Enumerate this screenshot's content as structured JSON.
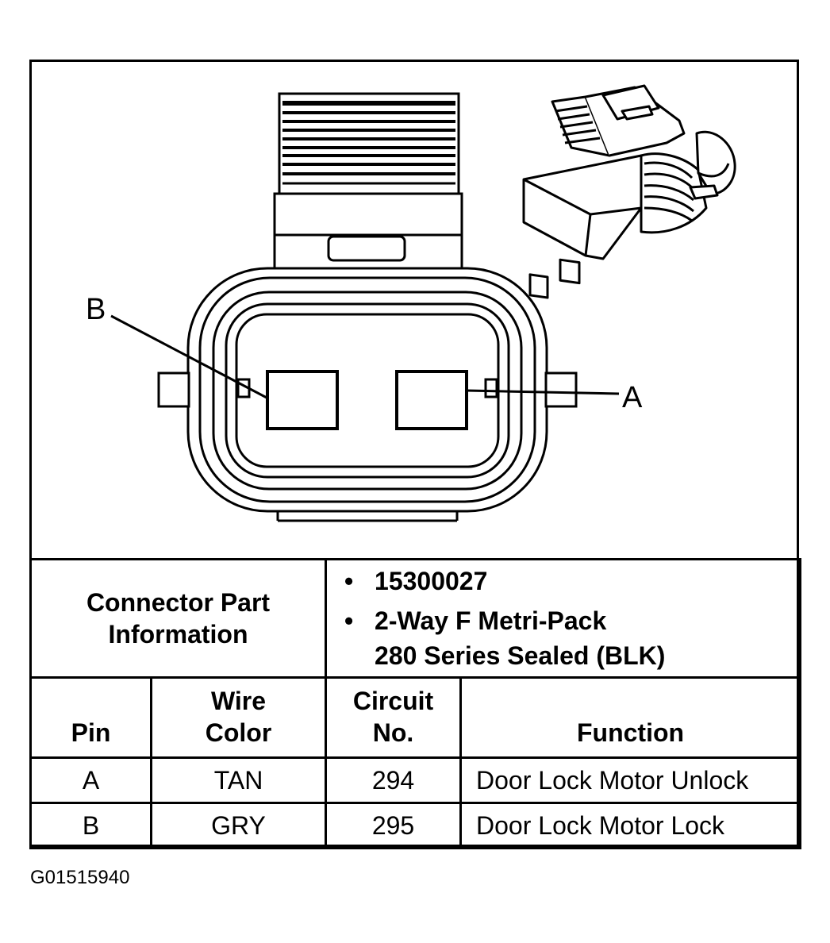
{
  "figure_id": "G01515940",
  "diagram": {
    "pin_labels": {
      "a": "A",
      "b": "B"
    }
  },
  "connector_info": {
    "label_line1": "Connector Part",
    "label_line2": "Information",
    "bullet": "•",
    "part_number": "15300027",
    "description_line1": "2-Way F Metri-Pack",
    "description_line2": "280 Series Sealed (BLK)"
  },
  "table": {
    "headers": {
      "pin": "Pin",
      "wire_line1": "Wire",
      "wire_line2": "Color",
      "circuit_line1": "Circuit",
      "circuit_line2": "No.",
      "function": "Function"
    },
    "rows": [
      {
        "pin": "A",
        "wire_color": "TAN",
        "circuit": "294",
        "function": "Door Lock Motor Unlock"
      },
      {
        "pin": "B",
        "wire_color": "GRY",
        "circuit": "295",
        "function": "Door Lock Motor Lock"
      }
    ]
  }
}
